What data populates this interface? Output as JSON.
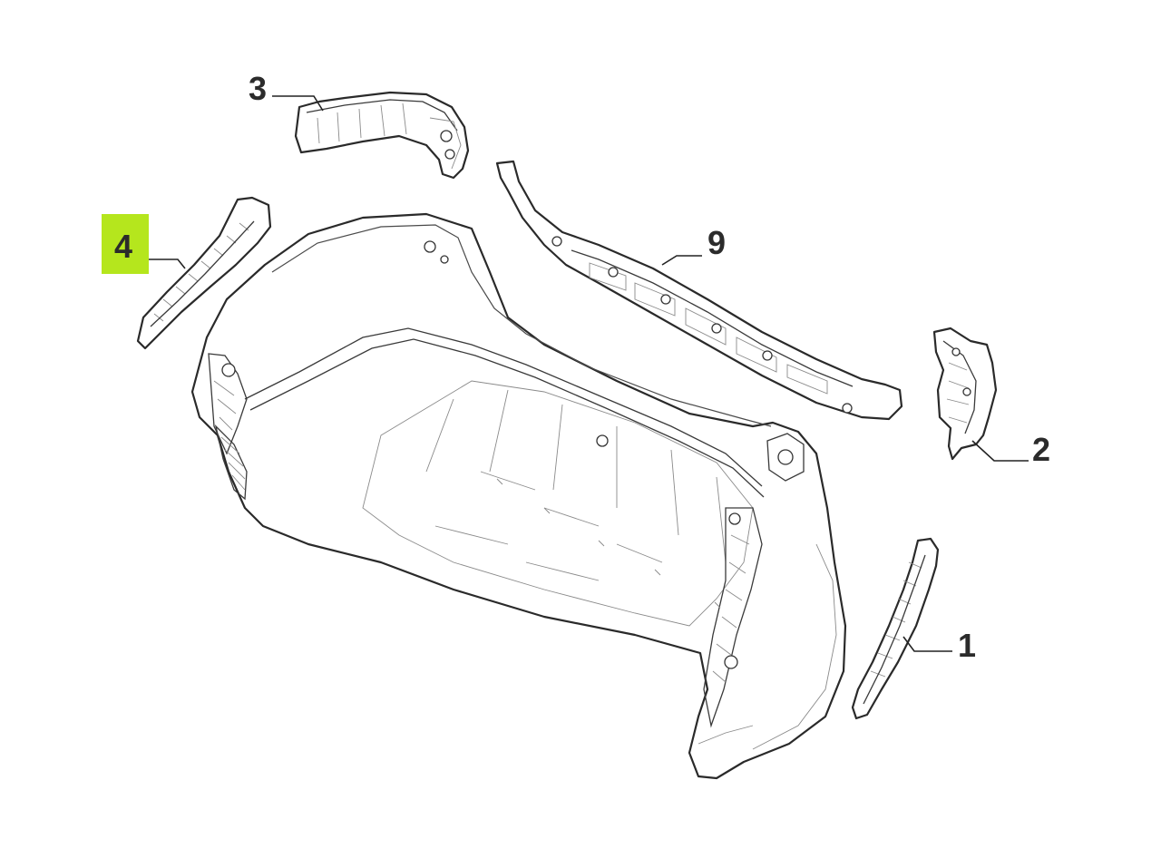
{
  "callouts": {
    "part_1": "1",
    "part_2": "2",
    "part_3": "3",
    "part_4": "4",
    "part_9": "9"
  },
  "highlight": {
    "active_callout": "4",
    "color": "#b5e61d"
  },
  "colors": {
    "line": "#2a2a2a",
    "background": "#ffffff"
  }
}
